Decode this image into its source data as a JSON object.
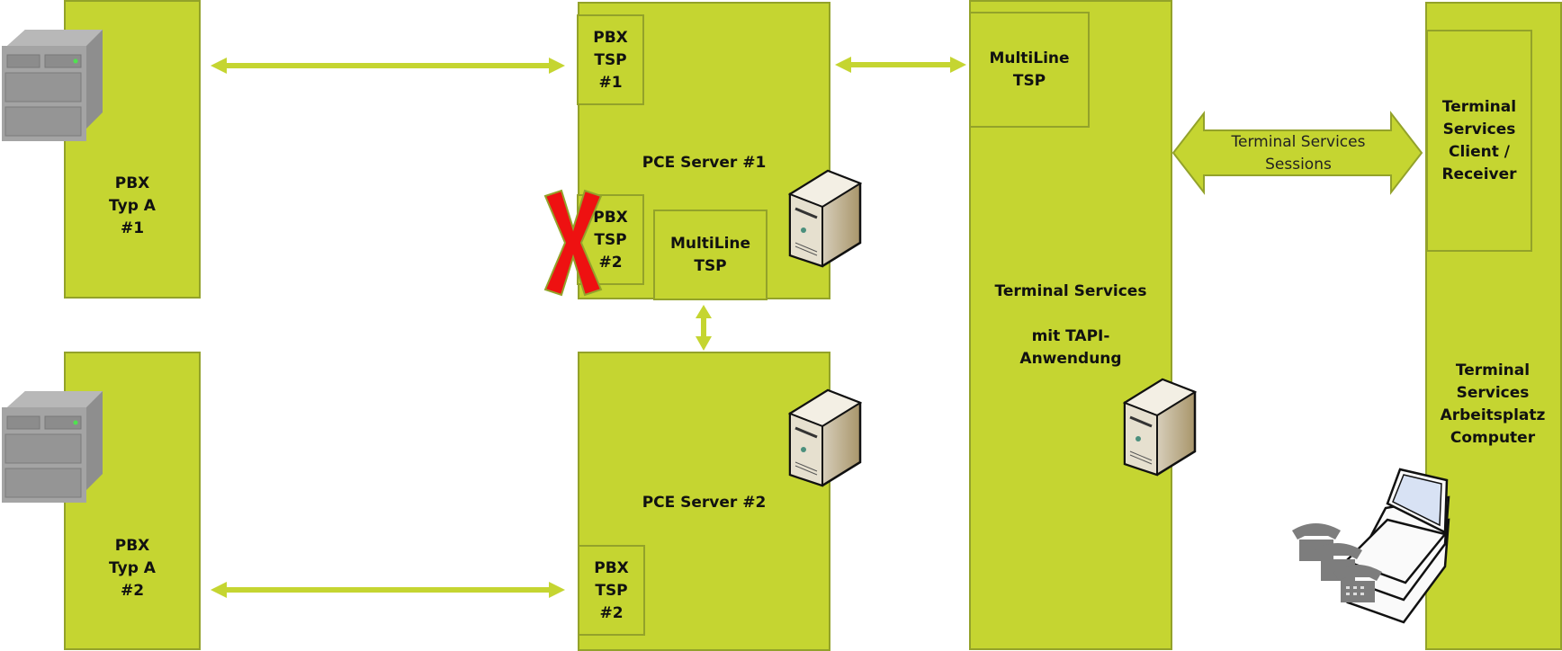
{
  "colors": {
    "box_fill": "#c5d531",
    "box_border": "#93a22a",
    "arrow": "#c5d531",
    "failure_x": "#ee1111"
  },
  "pbx": [
    {
      "label": "PBX\nTyp A\n#1",
      "icon": "pbx-hardware-icon"
    },
    {
      "label": "PBX\nTyp A\n#2",
      "icon": "pbx-hardware-icon"
    }
  ],
  "pce_servers": [
    {
      "label": "PCE Server #1",
      "tsps": [
        {
          "label": "PBX\nTSP\n#1"
        },
        {
          "label": "PBX\nTSP\n#2",
          "status": "failed"
        }
      ],
      "multiline": "MultiLine\nTSP",
      "icon": "server-tower-icon"
    },
    {
      "label": "PCE Server #2",
      "tsps": [
        {
          "label": "PBX\nTSP\n#2"
        }
      ],
      "icon": "server-tower-icon"
    }
  ],
  "terminal_server": {
    "label": "Terminal Services\n\nmit TAPI-\nAnwendung",
    "multiline": "MultiLine\nTSP",
    "icon": "server-tower-icon"
  },
  "sessions_arrow": {
    "label": "Terminal Services\nSessions"
  },
  "workstation": {
    "client_label": "Terminal\nServices\nClient /\nReceiver",
    "label": "Terminal\nServices\nArbeitsplatz\nComputer",
    "icons": [
      "telephone-icon",
      "laptop-icon"
    ]
  }
}
